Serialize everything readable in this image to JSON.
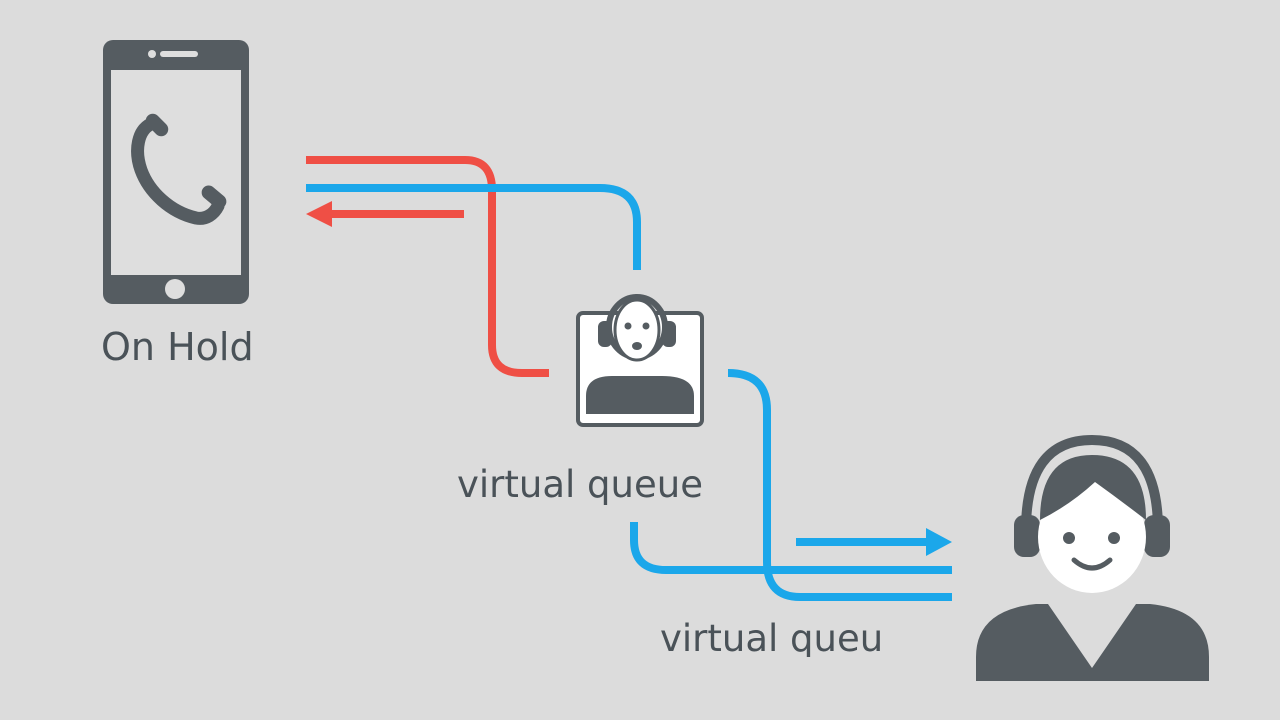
{
  "labels": {
    "on_hold": "On Hold",
    "virtual_queue_primary": "virtual queue",
    "virtual_queue_secondary": "virtual queue"
  },
  "icons": {
    "phone": "smartphone-with-handset-icon",
    "queue_agent": "framed-agent-headset-icon",
    "live_agent": "agent-with-headphones-icon"
  },
  "colors": {
    "background": "#dcdcdc",
    "icon": "#555c61",
    "text": "#4a5258",
    "hold_line": "#ef4f45",
    "queue_line": "#1ba7ea"
  }
}
